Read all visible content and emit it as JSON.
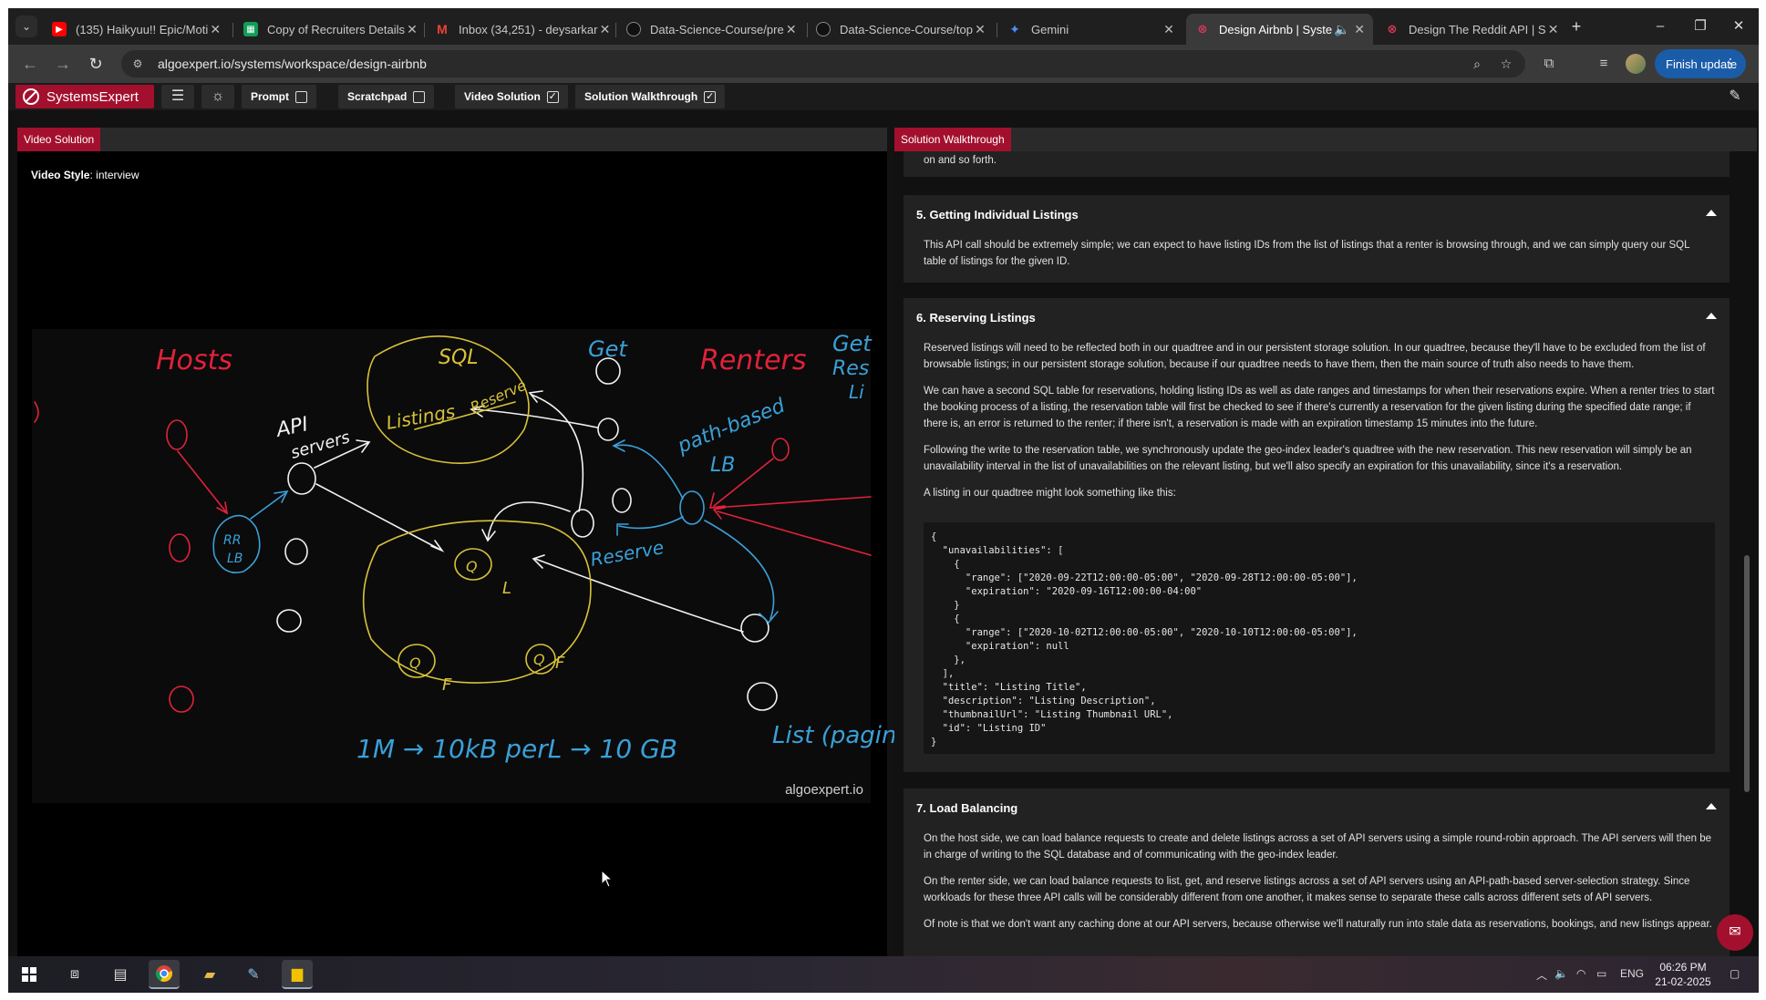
{
  "browser": {
    "tabs": [
      {
        "label": "(135) Haikyuu!! Epic/Moti",
        "favicon": "youtube-icon",
        "color": "#ff0000"
      },
      {
        "label": "Copy of Recruiters Details",
        "favicon": "sheets-icon",
        "color": "#0f9d58"
      },
      {
        "label": "Inbox (34,251) - deysarkar",
        "favicon": "gmail-icon",
        "color": "#ea4335"
      },
      {
        "label": "Data-Science-Course/pre",
        "favicon": "github-icon",
        "color": "#ffffff"
      },
      {
        "label": "Data-Science-Course/top",
        "favicon": "github-icon",
        "color": "#ffffff"
      },
      {
        "label": "Gemini",
        "favicon": "gemini-icon",
        "color": "#4f8df5"
      },
      {
        "label": "Design Airbnb | Syste",
        "favicon": "systemsexpert-icon",
        "color": "#d63a58",
        "active": true
      },
      {
        "label": "Design The Reddit API | S",
        "favicon": "systemsexpert-icon",
        "color": "#d63a58"
      }
    ],
    "url": "algoexpert.io/systems/workspace/design-airbnb",
    "finish_update": "Finish update"
  },
  "app": {
    "logo": "SystemsExpert",
    "buttons": [
      {
        "label": "Prompt",
        "checked": false
      },
      {
        "label": "Scratchpad",
        "checked": false
      },
      {
        "label": "Video Solution",
        "checked": true
      },
      {
        "label": "Solution Walkthrough",
        "checked": true
      }
    ]
  },
  "video": {
    "tab": "Video Solution",
    "style_label": "Video Style",
    "style_value": ": interview",
    "watermark": "algoexpert.io",
    "board": {
      "hosts": "Hosts",
      "renters": "Renters",
      "sql": "SQL",
      "listings": "Listings",
      "reserve_small": "Reserve",
      "api_servers_1": "API",
      "api_servers_2": "servers",
      "rr": "RR",
      "lb": "LB",
      "get": "Get",
      "get_res_1": "Get",
      "get_res_2": "Res",
      "get_res_3": "Li",
      "path_based": "path-based",
      "path_lb": "LB",
      "reserve": "Reserve",
      "q": "Q",
      "l": "L",
      "f": "F",
      "formula": "1M → 10kB perL → 10 GB",
      "list": "List (pagin"
    }
  },
  "walkthrough": {
    "tab": "Solution Walkthrough",
    "prev_tail": "on and so forth.",
    "sections": [
      {
        "title": "5. Getting Individual Listings",
        "paragraphs": [
          "This API call should be extremely simple; we can expect to have listing IDs from the list of listings that a renter is browsing through, and we can simply query our SQL table of listings for the given ID."
        ]
      },
      {
        "title": "6. Reserving Listings",
        "paragraphs": [
          "Reserved listings will need to be reflected both in our quadtree and in our persistent storage solution. In our quadtree, because they'll have to be excluded from the list of browsable listings; in our persistent storage solution, because if our quadtree needs to have them, then the main source of truth also needs to have them.",
          "We can have a second SQL table for reservations, holding listing IDs as well as date ranges and timestamps for when their reservations expire. When a renter tries to start the booking process of a listing, the reservation table will first be checked to see if there's currently a reservation for the given listing during the specified date range; if there is, an error is returned to the renter; if there isn't, a reservation is made with an expiration timestamp 15 minutes into the future.",
          "Following the write to the reservation table, we synchronously update the geo-index leader's quadtree with the new reservation. This new reservation will simply be an unavailability interval in the list of unavailabilities on the relevant listing, but we'll also specify an expiration for this unavailability, since it's a reservation.",
          "A listing in our quadtree might look something like this:"
        ],
        "code": "{\n  \"unavailabilities\": [\n    {\n      \"range\": [\"2020-09-22T12:00:00-05:00\", \"2020-09-28T12:00:00-05:00\"],\n      \"expiration\": \"2020-09-16T12:00:00-04:00\"\n    }\n    {\n      \"range\": [\"2020-10-02T12:00:00-05:00\", \"2020-10-10T12:00:00-05:00\"],\n      \"expiration\": null\n    },\n  ],\n  \"title\": \"Listing Title\",\n  \"description\": \"Listing Description\",\n  \"thumbnailUrl\": \"Listing Thumbnail URL\",\n  \"id\": \"Listing ID\"\n}"
      },
      {
        "title": "7. Load Balancing",
        "paragraphs": [
          "On the host side, we can load balance requests to create and delete listings across a set of API servers using a simple round-robin approach. The API servers will then be in charge of writing to the SQL database and of communicating with the geo-index leader.",
          "On the renter side, we can load balance requests to list, get, and reserve listings across a set of API servers using an API-path-based server-selection strategy. Since workloads for these three API calls will be considerably different from one another, it makes sense to separate these calls across different sets of API servers.",
          "Of note is that we don't want any caching done at our API servers, because otherwise we'll naturally run into stale data as reservations, bookings, and new listings appear."
        ]
      }
    ]
  },
  "taskbar": {
    "lang": "ENG",
    "time": "06:26 PM",
    "date": "21-02-2025"
  },
  "colors": {
    "accent": "#a3102d",
    "host_red": "#e0223a",
    "renter_blue": "#3aa0d8",
    "db_yellow": "#d8c23a"
  }
}
